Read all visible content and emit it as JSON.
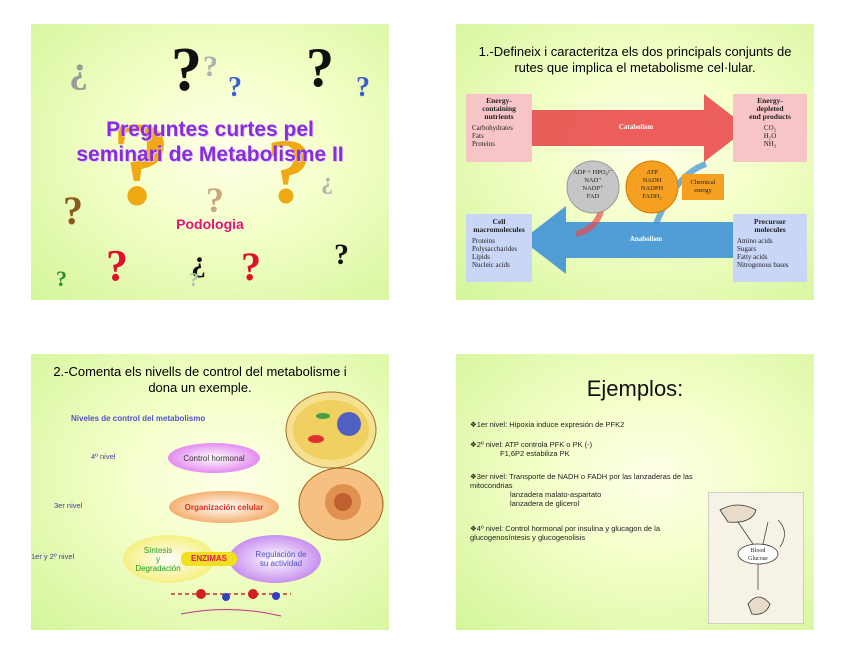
{
  "slides": [
    {
      "title_line1": "Preguntes curtes pel",
      "title_line2": "seminari de Metabolisme II",
      "subtitle": "Podologia",
      "marks": [
        "¿",
        "?",
        "?",
        "?",
        "?",
        "?",
        "?",
        "?",
        "?",
        "?",
        "¿",
        "?",
        "¿",
        "?",
        "?"
      ]
    },
    {
      "title_line1": "1.-Defineix i caracteritza els dos principals conjunts de",
      "title_line2": "rutes que implica el metabolisme cel·lular.",
      "diagram": {
        "energy_nutrients_title": "Energy-\ncontaining\nnutrients",
        "energy_nutrients_items": "Carbohydrates\nFats\nProteins",
        "depleted_title": "Energy-\ndepleted\nend products",
        "depleted_items": "CO₂\nH₂O\nNH₃",
        "catabolism": "Catabolism",
        "anabolism": "Anabolism",
        "adp_circle": "ADP + HPO₄²⁻\nNAD⁺\nNADP⁺\nFAD",
        "atp_circle": "ATP\nNADH\nNADPH\nFADH₂",
        "chemical_energy": "Chemical\nenergy",
        "cell_macro_title": "Cell\nmacromolecules",
        "cell_macro_items": "Proteins\nPolysaccharides\nLipids\nNucleic acids",
        "precursor_title": "Precursor\nmolecules",
        "precursor_items": "Amino acids\nSugars\nFatty acids\nNitrogenous bases"
      }
    },
    {
      "title_line1": "2.-Comenta els nivells de control del metabolisme i",
      "title_line2": "dona un exemple.",
      "heading": "Niveles de control del metabolismo",
      "levels": [
        "4º nivel",
        "3er nivel",
        "1er y 2º nivel"
      ],
      "control_hormonal": "Control hormonal",
      "organizacion": "Organización celular",
      "sintesis": "Síntesis\ny\nDegradación",
      "enzimas": "ENZIMAS",
      "regulacion": "Regulación de\nsu actividad"
    },
    {
      "title": "Ejemplos:",
      "p1": "❖1er nivel: Hipoxia induce expresión de PFK2",
      "p2a": "❖2º nivel: ATP controla PFK o PK (-)",
      "p2b": "F1,6P2 estabiliza PK",
      "p3a": "❖3er nivel: Transporte de NADH o FADH por las lanzaderas de las mitocondrias",
      "p3b": "lanzadera malato-aspartato",
      "p3c": "lanzadera de glicerol",
      "p4": "❖4º nivel: Control hormonal por insulina y glucagon de la glucogenosíntesis y glucogenolisis",
      "sketch_label": "Blood\nGlucose"
    }
  ],
  "colors": {
    "purple": "#8a2be2",
    "pink": "#e8107a",
    "red_arrow": "#e8484a",
    "blue_arrow": "#3a8fd8"
  }
}
